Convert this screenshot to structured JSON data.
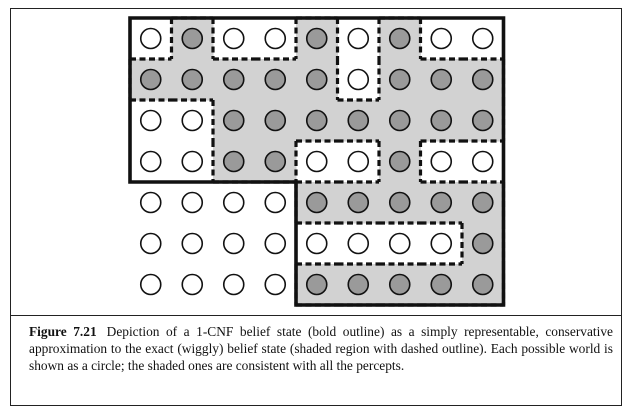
{
  "figure": {
    "number": "Figure 7.21",
    "caption": "Depiction of a 1-CNF belief state (bold outline) as a simply representable, conservative approximation to the exact (wiggly) belief state (shaded region with dashed outline). Each possible world is shown as a circle; the shaded ones are consistent with all the percepts."
  },
  "grid": {
    "rows": 7,
    "cols": 9,
    "shaded": [
      [
        0,
        1,
        0,
        0,
        1,
        0,
        1,
        0,
        0
      ],
      [
        1,
        1,
        1,
        1,
        1,
        0,
        1,
        1,
        1
      ],
      [
        0,
        0,
        1,
        1,
        1,
        1,
        1,
        1,
        1
      ],
      [
        0,
        0,
        1,
        1,
        0,
        0,
        1,
        0,
        0
      ],
      [
        0,
        0,
        0,
        0,
        1,
        1,
        1,
        1,
        1
      ],
      [
        0,
        0,
        0,
        0,
        0,
        0,
        0,
        0,
        1
      ],
      [
        0,
        0,
        0,
        0,
        1,
        1,
        1,
        1,
        1
      ]
    ]
  },
  "colors": {
    "shade": "#d2d2d2",
    "shaded_circle": "#9a9a9a",
    "empty_circle": "#ffffff",
    "outline": "#111111"
  }
}
